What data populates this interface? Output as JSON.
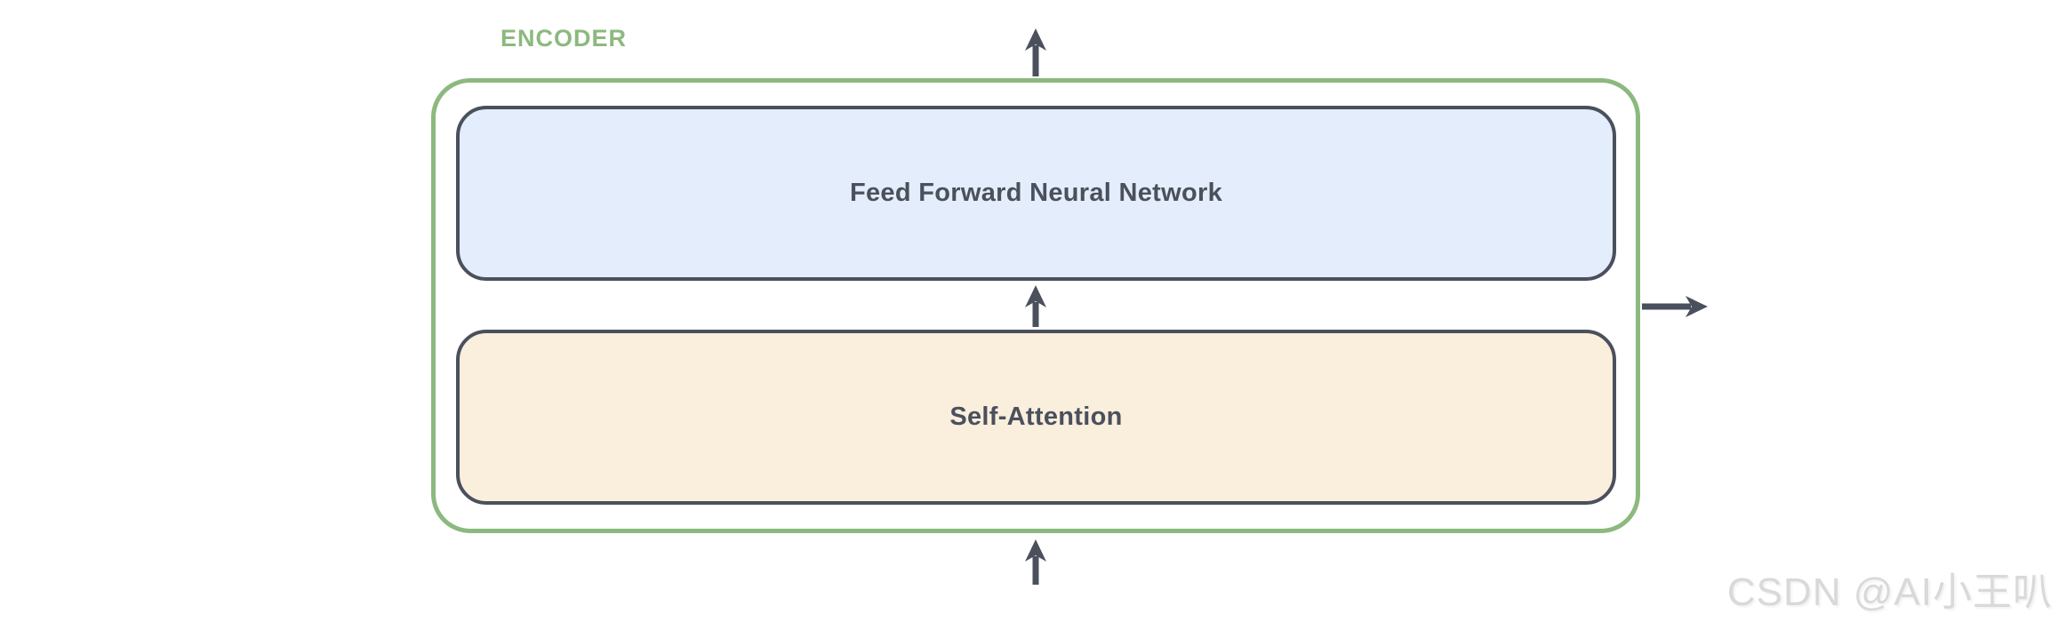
{
  "diagram": {
    "group_label": "ENCODER",
    "boxes": [
      {
        "id": "feed-forward",
        "label": "Feed Forward Neural Network",
        "fill": "#e4edfb",
        "border": "#4a505c"
      },
      {
        "id": "self-attention",
        "label": "Self-Attention",
        "fill": "#faeedd",
        "border": "#4a505c"
      }
    ],
    "arrows": [
      {
        "name": "input-arrow",
        "direction": "up",
        "position": "below-encoder"
      },
      {
        "name": "internal-arrow",
        "direction": "up",
        "position": "self-attention-to-feed-forward"
      },
      {
        "name": "output-top-arrow",
        "direction": "up",
        "position": "above-encoder"
      },
      {
        "name": "output-right-arrow",
        "direction": "right",
        "position": "right-of-encoder"
      }
    ],
    "colors": {
      "group_border": "#8cb97e",
      "group_label": "#8cb97e",
      "box_border": "#4a505c",
      "box_text": "#4a505c",
      "arrow": "#4a505c",
      "feed_forward_fill": "#e4edfb",
      "self_attention_fill": "#faeedd",
      "background": "#ffffff"
    }
  },
  "watermark": {
    "text": "CSDN @AI小王叭",
    "color": "#d9d9d9"
  }
}
